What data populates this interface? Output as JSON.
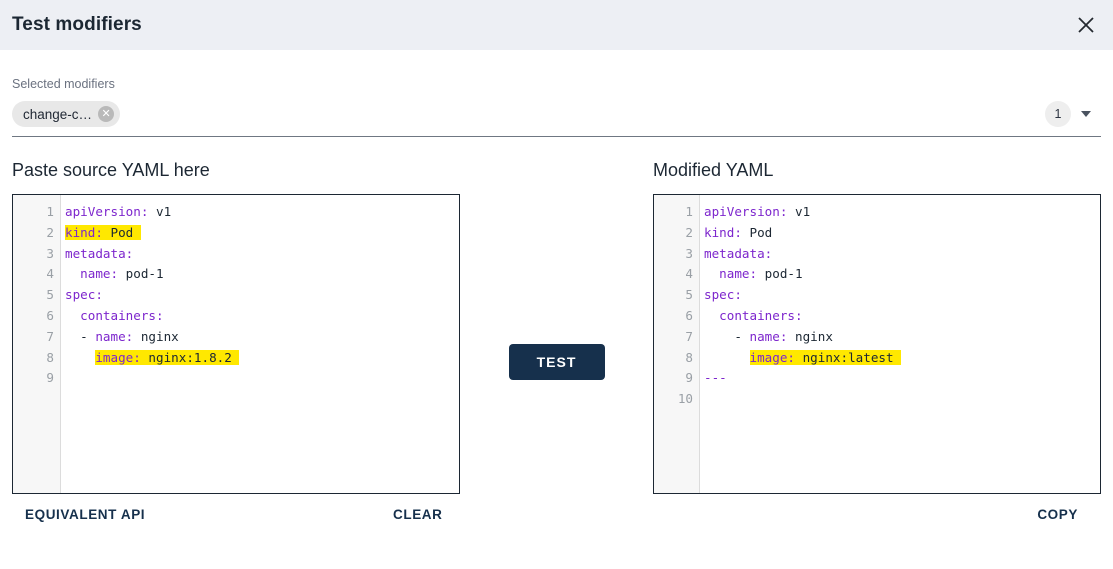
{
  "header": {
    "title": "Test modifiers",
    "close_icon": "close-icon"
  },
  "modifiers": {
    "label": "Selected modifiers",
    "chips": [
      {
        "label": "change-c…",
        "remove_icon": "close-circle-icon"
      }
    ],
    "count_badge": "1",
    "dropdown_icon": "chevron-down-icon"
  },
  "source_pane": {
    "title": "Paste source YAML here",
    "line_numbers": [
      "1",
      "2",
      "3",
      "4",
      "5",
      "6",
      "7",
      "8",
      "9"
    ],
    "lines": [
      {
        "indent": "",
        "key": "apiVersion",
        "value": "v1",
        "highlight": false
      },
      {
        "indent": "",
        "key": "kind",
        "value": "Pod",
        "highlight": true
      },
      {
        "indent": "",
        "key": "metadata",
        "value": "",
        "highlight": false
      },
      {
        "indent": "  ",
        "key": "name",
        "value": "pod-1",
        "highlight": false
      },
      {
        "indent": "",
        "key": "spec",
        "value": "",
        "highlight": false
      },
      {
        "indent": "  ",
        "key": "containers",
        "value": "",
        "highlight": false
      },
      {
        "indent": "  - ",
        "key": "name",
        "value": "nginx",
        "highlight": false
      },
      {
        "indent": "    ",
        "key": "image",
        "value": "nginx:1.8.2",
        "highlight": true
      },
      {
        "indent": "",
        "key": "",
        "value": "",
        "highlight": false
      }
    ]
  },
  "modified_pane": {
    "title": "Modified YAML",
    "line_numbers": [
      "1",
      "2",
      "3",
      "4",
      "5",
      "6",
      "7",
      "8",
      "9",
      "10"
    ],
    "lines": [
      {
        "indent": "",
        "key": "apiVersion",
        "value": "v1",
        "highlight": false
      },
      {
        "indent": "",
        "key": "kind",
        "value": "Pod",
        "highlight": false
      },
      {
        "indent": "",
        "key": "metadata",
        "value": "",
        "highlight": false
      },
      {
        "indent": "  ",
        "key": "name",
        "value": "pod-1",
        "highlight": false
      },
      {
        "indent": "",
        "key": "spec",
        "value": "",
        "highlight": false
      },
      {
        "indent": "  ",
        "key": "containers",
        "value": "",
        "highlight": false
      },
      {
        "indent": "    - ",
        "key": "name",
        "value": "nginx",
        "highlight": false
      },
      {
        "indent": "      ",
        "key": "image",
        "value": "nginx:latest",
        "highlight": true
      },
      {
        "indent": "",
        "key": "",
        "value": "",
        "separator": "---",
        "highlight": false
      },
      {
        "indent": "",
        "key": "",
        "value": "",
        "highlight": false
      }
    ]
  },
  "actions": {
    "test": "TEST",
    "equivalent_api": "EQUIVALENT API",
    "clear": "CLEAR",
    "copy": "COPY"
  },
  "colors": {
    "header_bg": "#edeff4",
    "accent_dark": "#16304c",
    "highlight": "#ffe800",
    "yaml_key": "#7d26cd"
  }
}
